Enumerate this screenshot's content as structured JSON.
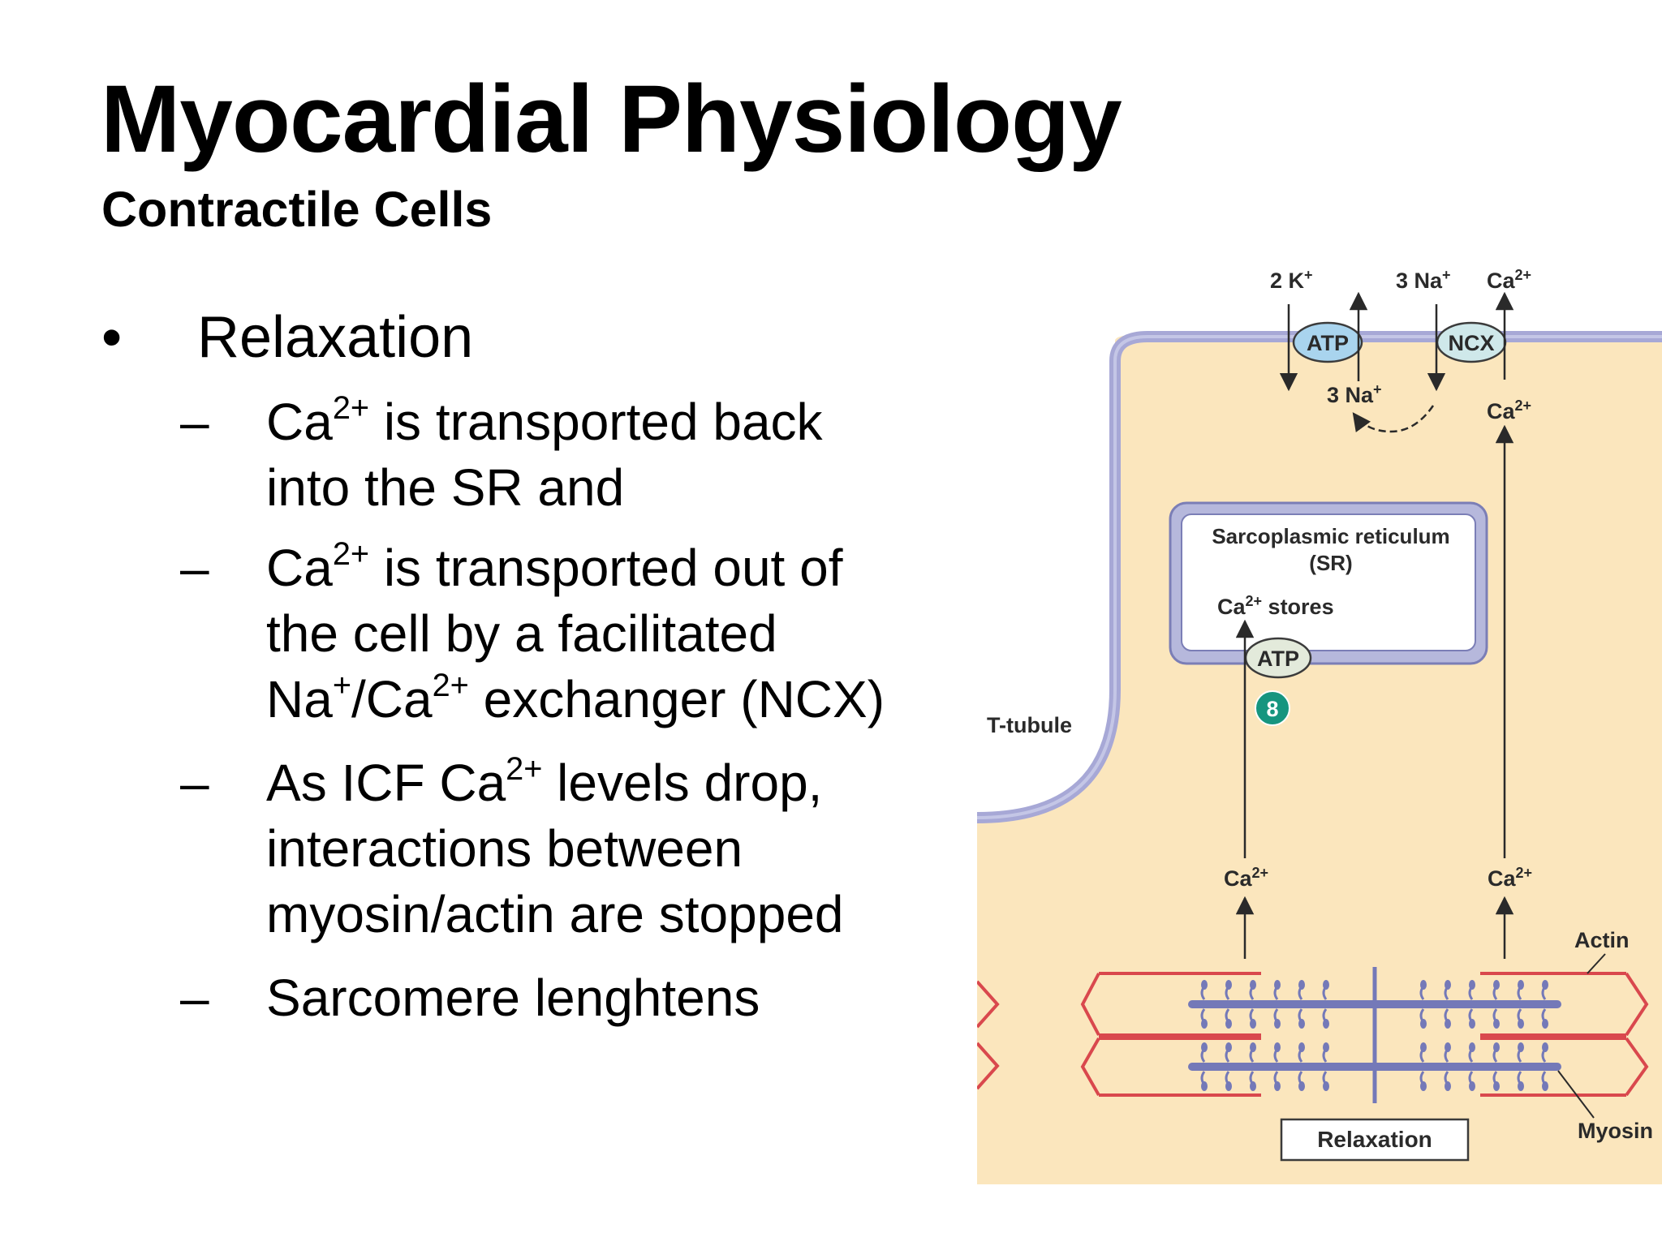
{
  "slide": {
    "title": "Myocardial Physiology",
    "subtitle": "Contractile Cells",
    "bullet_marker": "•",
    "bullet": "Relaxation",
    "dash_marker": "–",
    "sub_items": [
      {
        "lines": [
          [
            "Ca",
            "2+",
            " is transported back"
          ],
          [
            "into the SR and"
          ]
        ]
      },
      {
        "lines": [
          [
            "Ca",
            "2+",
            " is transported out of"
          ],
          [
            "the cell by a facilitated"
          ],
          [
            "Na",
            "+",
            "/Ca",
            "2+",
            " exchanger (NCX)"
          ]
        ]
      },
      {
        "lines": [
          [
            "As ICF Ca",
            "2+",
            " levels drop,"
          ],
          [
            "interactions between"
          ],
          [
            "myosin/actin are stopped"
          ]
        ]
      },
      {
        "lines": [
          [
            "Sarcomere lenghtens"
          ]
        ]
      }
    ]
  },
  "diagram": {
    "ion_2k": "2 K",
    "ion_2k_sup": "+",
    "ion_3na_top": "3 Na",
    "ion_3na_top_sup": "+",
    "ion_ca_top": "Ca",
    "ion_ca_top_sup": "2+",
    "atp_pump_label": "ATP",
    "ncx_label": "NCX",
    "ion_3na_inside": "3 Na",
    "ion_3na_inside_sup": "+",
    "ion_ca_inside": "Ca",
    "ion_ca_inside_sup": "2+",
    "sr_title_line1": "Sarcoplasmic reticulum",
    "sr_title_line2": "(SR)",
    "sr_stores_ca": "Ca",
    "sr_stores_sup": "2+",
    "sr_stores_text": " stores",
    "sr_atp_label": "ATP",
    "step_number": "8",
    "t_tubule_label": "T-tubule",
    "ca_left": "Ca",
    "ca_left_sup": "2+",
    "ca_right": "Ca",
    "ca_right_sup": "2+",
    "actin_label": "Actin",
    "myosin_label": "Myosin",
    "relaxation_label": "Relaxation",
    "colors": {
      "cytoplasm": "#fbe6bd",
      "membrane": "#a7a8d6",
      "membrane_inner": "#c4c6e6",
      "atp_pump": "#a9d4ee",
      "ncx": "#cfe8ea",
      "sr_atp": "#e3eadb",
      "step_badge": "#16957f",
      "actin": "#d9484d",
      "myosin": "#7479b8"
    }
  }
}
